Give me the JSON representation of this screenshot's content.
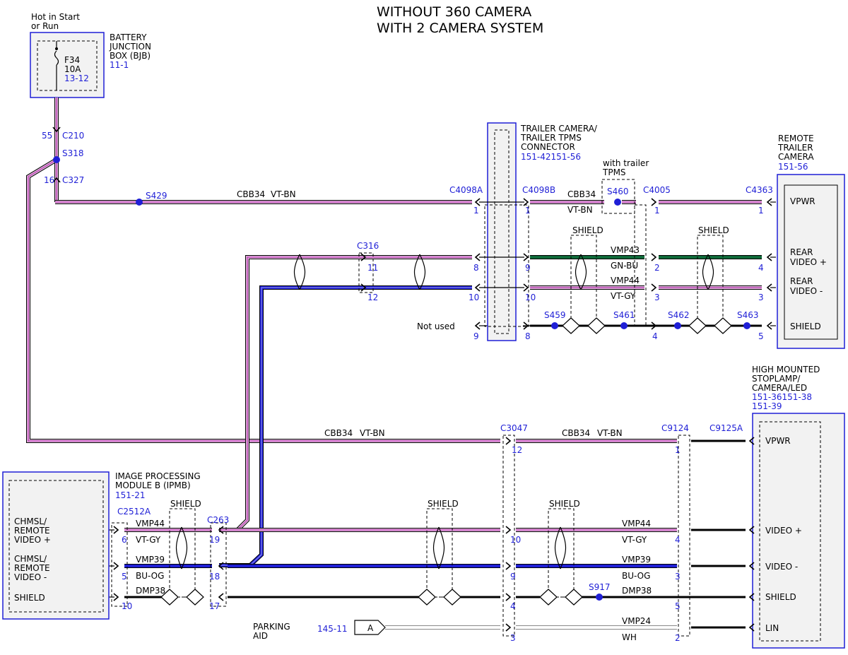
{
  "title": {
    "line1": "WITHOUT 360 CAMERA",
    "line2": "WITH 2 CAMERA SYSTEM"
  },
  "power": {
    "line1": "Hot in Start",
    "line2": "or Run"
  },
  "bjb": {
    "label1": "BATTERY",
    "label2": "JUNCTION",
    "label3": "BOX (BJB)",
    "ref": "11-1",
    "fuse": "F34",
    "amps": "10A",
    "fuse_ref": "13-12"
  },
  "connectors": {
    "c210_pin": "55",
    "c210": "C210",
    "s318": "S318",
    "c327_pin": "16",
    "c327": "C327",
    "s429": "S429",
    "c4098a": "C4098A",
    "c4098b": "C4098B",
    "s460": "S460",
    "c4005": "C4005",
    "c4363": "C4363",
    "c316": "C316",
    "s459": "S459",
    "s461": "S461",
    "s462": "S462",
    "s463": "S463",
    "c3047": "C3047",
    "c9124": "C9124",
    "c9125a": "C9125A",
    "c2512a": "C2512A",
    "c263": "C263",
    "s917": "S917"
  },
  "wires": {
    "cbb34": "CBB34",
    "vtbn": "VT-BN",
    "vmp43": "VMP43",
    "gnbu": "GN-BU",
    "vmp44": "VMP44",
    "vtgy": "VT-GY",
    "vmp39": "VMP39",
    "buog": "BU-OG",
    "dmp38": "DMP38",
    "vmp24": "VMP24",
    "wh": "WH",
    "shield": "SHIELD"
  },
  "trailer_conn": {
    "l1": "TRAILER CAMERA/",
    "l2": "TRAILER TPMS",
    "l3": "CONNECTOR",
    "ref": "151-42151-56"
  },
  "with_trailer": {
    "l1": "with trailer",
    "l2": "TPMS"
  },
  "remote_cam": {
    "l1": "REMOTE",
    "l2": "TRAILER",
    "l3": "CAMERA",
    "ref": "151-56",
    "vpwr": "VPWR",
    "rv1a": "REAR",
    "rv1b": "VIDEO +",
    "rv2a": "REAR",
    "rv2b": "VIDEO -",
    "shield": "SHIELD"
  },
  "not_used": "Not used",
  "hmsl": {
    "l1": "HIGH MOUNTED",
    "l2": "STOPLAMP/",
    "l3": "CAMERA/LED",
    "ref1": "151-36151-38",
    "ref2": "151-39",
    "vpwr": "VPWR",
    "vplus": "VIDEO +",
    "vminus": "VIDEO -",
    "shield": "SHIELD",
    "lin": "LIN"
  },
  "ipmb": {
    "l1": "IMAGE PROCESSING",
    "l2": "MODULE B (IPMB)",
    "ref": "151-21",
    "p1a": "CHMSL/",
    "p1b": "REMOTE",
    "p1c": "VIDEO +",
    "p2a": "CHMSL/",
    "p2b": "REMOTE",
    "p2c": "VIDEO -",
    "p3": "SHIELD"
  },
  "parking": {
    "l1": "PARKING",
    "l2": "AID",
    "ref": "145-11",
    "tag": "A"
  },
  "pins": {
    "p1a": "1",
    "p1b": "1",
    "p1c": "1",
    "p1d": "1",
    "p8": "8",
    "p9": "9",
    "p2": "2",
    "p4": "4",
    "p11": "11",
    "p12": "12",
    "p10a": "10",
    "p10b": "10",
    "p3a": "3",
    "p3b": "3",
    "p9nu": "9",
    "p8b": "8",
    "p4b": "4",
    "p5": "5",
    "p12b": "12",
    "p1e": "1",
    "p6": "6",
    "p19": "19",
    "p10c": "10",
    "p4c": "4",
    "p5b": "5",
    "p18": "18",
    "p9c": "9",
    "p3c": "3",
    "p10d": "10",
    "p17": "17",
    "p4d": "4",
    "p5c": "5",
    "p3d": "3",
    "p2b": "2"
  },
  "colors": {
    "violet": "#c04fb8",
    "blue": "#1f1fd6",
    "green": "#0f6b3a",
    "label_blue": "#1f1fd6"
  }
}
